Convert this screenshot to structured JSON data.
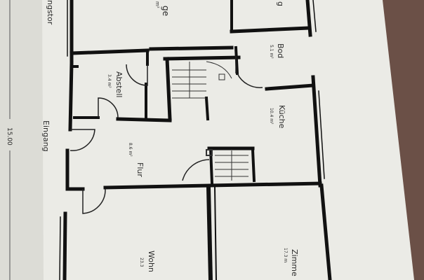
{
  "plan": {
    "top_right_room_label": "g",
    "top_left_room_label": "ge",
    "top_left_area": "m²",
    "bod_label": "Bod",
    "bod_area": "5.1 m²",
    "abstell_label": "Abstell",
    "abstell_area": "3.4 m²",
    "kueche_label": "Küche",
    "kueche_area": "10.4 m²",
    "flur_label": "Flur",
    "flur_area": "8.6 m²",
    "eingang_label": "Eingang",
    "eingang_top_label": "ngstor",
    "dimension_label": "15.00",
    "zimmer_label": "Zimme",
    "zimmer_area": "17.3 m",
    "wohn_label": "Wohn",
    "wohn_area": "23.3"
  },
  "colors": {
    "paper": "#ebebe6",
    "margin_paper": "#dcdcd6",
    "wall": "#111111",
    "background": "#6b5047"
  }
}
